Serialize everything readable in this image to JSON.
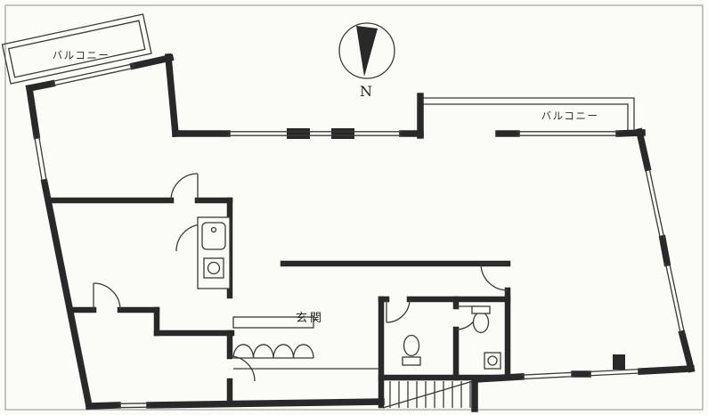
{
  "canvas": {
    "background": "#fbfbf8",
    "border_color": "#8f8f8a"
  },
  "colors": {
    "wall": "#29292a",
    "line": "#3a3a38",
    "light_line": "#6f6f6a"
  },
  "compass": {
    "label": "N"
  },
  "labels": {
    "balcony_left": "バルコニー",
    "balcony_right": "バルコニー",
    "entrance": "玄関"
  }
}
